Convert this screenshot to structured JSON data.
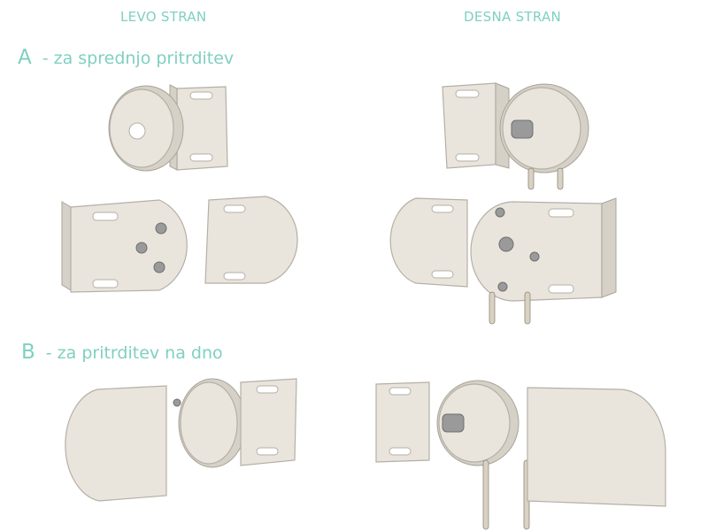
{
  "headers": {
    "left": "LEVO STRAN",
    "right": "DESNA STRAN"
  },
  "sections": [
    {
      "letter": "A",
      "label": "- za sprednjo pritrditev"
    },
    {
      "letter": "B",
      "label": "- za pritrditev na dno"
    }
  ],
  "colors": {
    "accent": "#7fd0c0",
    "part": "#e9e5dd"
  }
}
